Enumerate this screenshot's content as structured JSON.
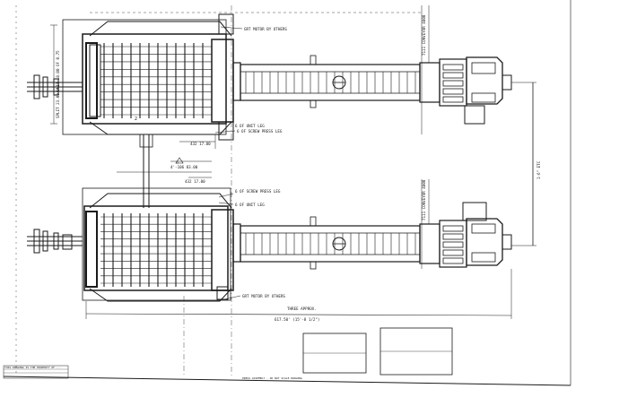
{
  "drawing": {
    "title": "",
    "callouts": {
      "motor_top": "GRT MOTOR BY OTHERS",
      "motor_bottom": "GRT MOTOR BY OTHERS",
      "screw_press_legs_top": "6 OF SCREW PRESS LEG",
      "screw_press_legs_mid": "6 OF SCREW PRESS LEG",
      "unit_leg_top": "6 OF UNIT LEG",
      "unit_leg_bottom": "6 OF UNIT LEG",
      "conveyor_top": "7111 CONVEYOR 4800",
      "conveyor_bottom": "7111 CONVEYOR 4800",
      "overall_length": "THREE APPROX.",
      "overall_dim": "617.50' (15'-8 1/2\")",
      "spacing_dim": "1-6\" ETC",
      "center_dim": "4'-106  83.00",
      "dim_left_top": "432  17.00",
      "dim_left_mid": "432  17.00",
      "vertical_dim": "SPLIT 23.00 UNIT 18.00 OF 0.75",
      "rev_mark": "△",
      "section_mark": "2",
      "title_block_note": "THIS DRAWING IS THE PROPERTY OF ...",
      "footer_note": "PRESS ASSEMBLY - DO NOT SCALE DRAWING"
    }
  }
}
